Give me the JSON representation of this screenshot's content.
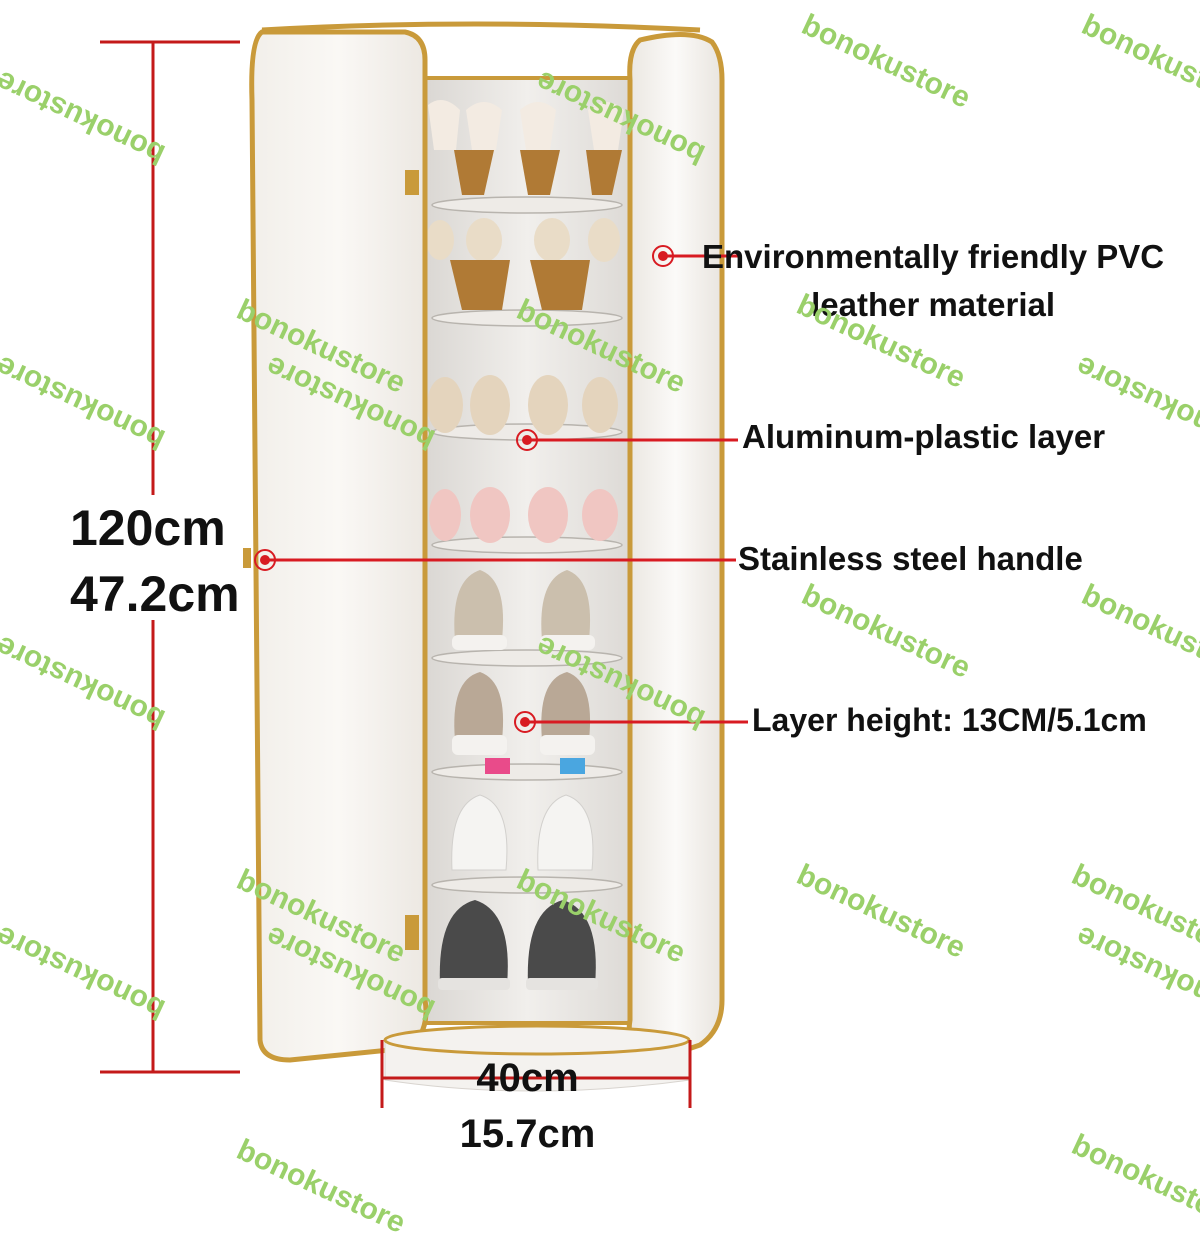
{
  "watermark": "bonokustore",
  "colors": {
    "dimension_line": "#c41a1a",
    "callout": "#d81b22",
    "gold_trim": "#c99a3a",
    "watermark": "#9ad06a"
  },
  "dimensions": {
    "height_cm": "120cm",
    "height_in": "47.2cm",
    "width_cm": "40cm",
    "width_in": "15.7cm"
  },
  "callouts": {
    "material_line1": "Environmentally friendly PVC",
    "material_line2": "leather material",
    "layer": "Aluminum-plastic layer",
    "handle": "Stainless steel handle",
    "layer_height": "Layer height: 13CM/5.1cm"
  }
}
